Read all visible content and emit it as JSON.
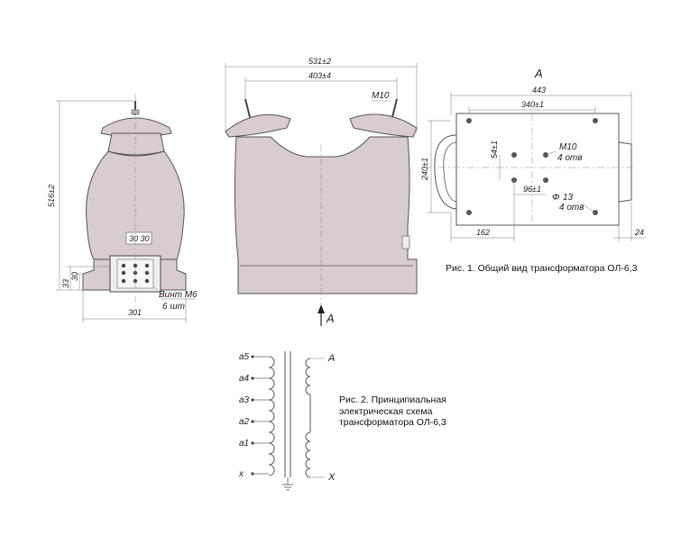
{
  "view_a": {
    "dim_height": "516±2",
    "dim_width": "301",
    "dim_33": "33",
    "dim_30": "30",
    "terminal_dims": "30 30",
    "bolt_note_1": "Винт М6",
    "bolt_note_2": "6 шт"
  },
  "view_b": {
    "dim_overall": "531±2",
    "dim_inner": "403±4",
    "thread": "М10",
    "view_arrow_label": "A"
  },
  "view_c": {
    "title": "A",
    "dim_443": "443",
    "dim_340": "340±1",
    "dim_240": "240±1",
    "dim_54": "54±1",
    "dim_96": "96±1",
    "dim_162": "162",
    "dim_24": "24",
    "m10": "М10",
    "m10_count": "4 отв",
    "hole": "13",
    "hole_count": "4 отв",
    "hole_symbol": "Φ"
  },
  "scheme": {
    "left_labels": [
      "a5",
      "a4",
      "a3",
      "a2",
      "a1",
      "x"
    ],
    "right_top": "A",
    "right_bottom": "X"
  },
  "captions": {
    "fig1": "Рис. 1. Общий вид трансформатора ОЛ-6,3",
    "fig2_lines": [
      "Рис. 2. Принципиальная",
      "электрическая схема",
      "трансформатора ОЛ-6,3"
    ]
  }
}
